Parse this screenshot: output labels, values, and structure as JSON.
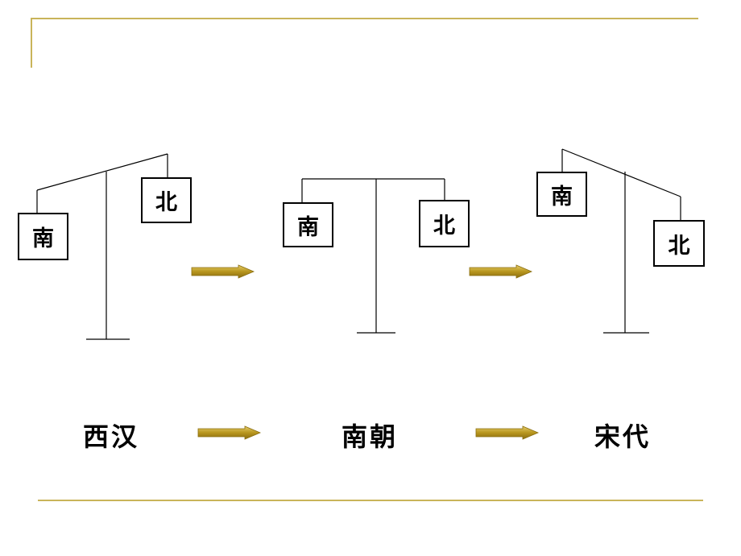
{
  "scales": [
    {
      "left_label": "南",
      "right_label": "北",
      "tilt": "south-heavy"
    },
    {
      "left_label": "南",
      "right_label": "北",
      "tilt": "balanced"
    },
    {
      "left_label": "南",
      "right_label": "北",
      "tilt": "north-heavy"
    }
  ],
  "eras": [
    "西汉",
    "南朝",
    "宋代"
  ],
  "colors": {
    "frame": "#c9b45a",
    "arrow": "#b8961e",
    "line": "#000000"
  }
}
